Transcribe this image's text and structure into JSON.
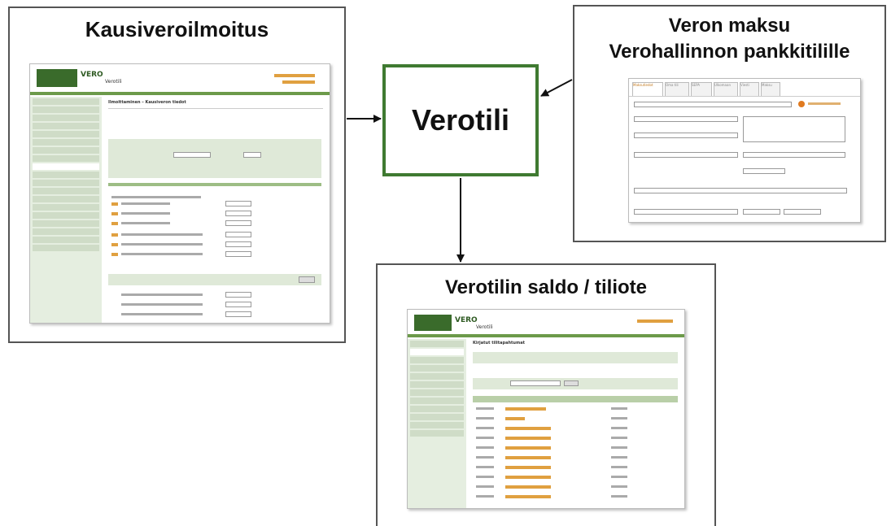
{
  "panels": {
    "left": {
      "title": "Kausiveroilmoitus"
    },
    "center": {
      "title": "Verotili"
    },
    "right": {
      "title_line1": "Veron maksu",
      "title_line2": "Verohallinnon pankkitilille"
    },
    "bottom": {
      "title": "Verotilin saldo / tiliote"
    }
  },
  "screenshots": {
    "left": {
      "logo_text": "VERO",
      "app_name": "Verotili",
      "page_heading": "Ilmoittaminen – Kausiveron tiedot"
    },
    "bottom": {
      "logo_text": "VERO",
      "app_name": "Verotili",
      "page_heading": "Kirjatut tilitapahtumat"
    },
    "right": {
      "tabs": [
        "Maksutiedot",
        "Oma tili",
        "SEPA",
        "Ulkomaan",
        "Viesti",
        "Maksu"
      ]
    }
  },
  "colors": {
    "accent_green": "#3f7a31",
    "arrow": "#111111"
  }
}
